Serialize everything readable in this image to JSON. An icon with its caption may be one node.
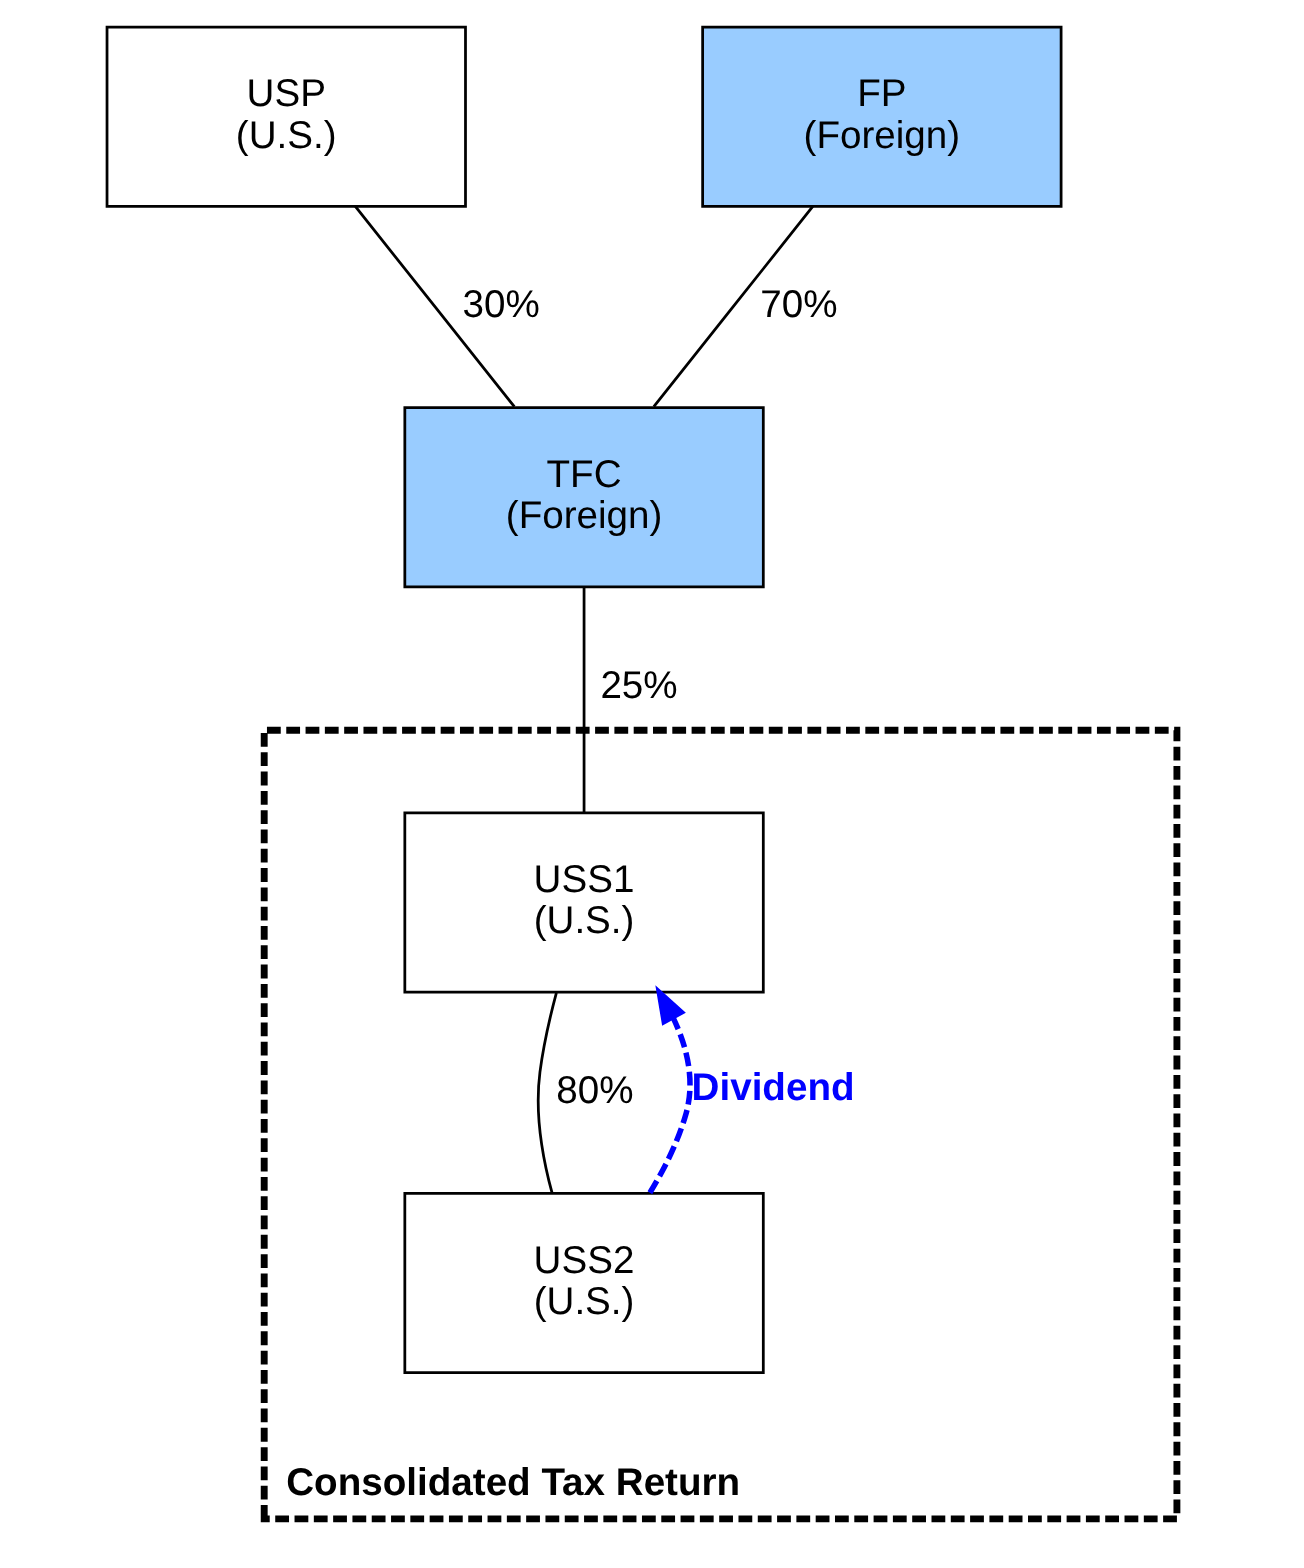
{
  "diagram": {
    "nodes": [
      {
        "text": [
          "USP",
          "(U.S.)"
        ]
      },
      {
        "text": [
          "FP",
          "(Foreign)"
        ]
      },
      {
        "text": [
          "TFC",
          "(Foreign)"
        ]
      },
      {
        "text": [
          "Consolidated Tax Return"
        ]
      },
      {
        "text": [
          "USS1",
          "(U.S.)"
        ],
        "in": 3
      },
      {
        "text": [
          "USS2",
          "(U.S.)"
        ],
        "in": 3
      }
    ],
    "edges": [
      {
        "from": 0,
        "to": 2,
        "arrow": "none",
        "label": "30%"
      },
      {
        "from": 1,
        "to": 2,
        "arrow": "none",
        "label": "70%"
      },
      {
        "from": 2,
        "to": 4,
        "arrow": "none",
        "label": "25%"
      },
      {
        "from": 4,
        "to": 5,
        "arrow": "none",
        "label": "80%"
      },
      {
        "from": 5,
        "to": 4,
        "arrow": "to",
        "label": "Dividend",
        "style": "dashed",
        "color": "#0000ff"
      }
    ]
  }
}
